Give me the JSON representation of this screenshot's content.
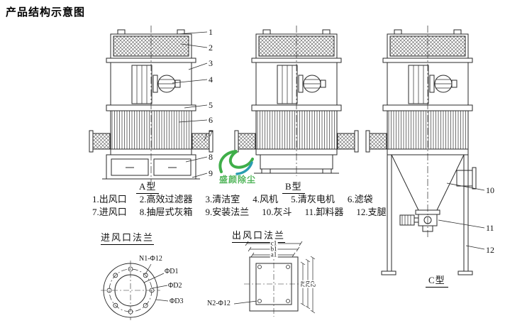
{
  "title": "产品结构示意图",
  "machines": {
    "a_label": "A型",
    "b_label": "B型",
    "c_label": "C型"
  },
  "callouts": [
    "1",
    "2",
    "3",
    "4",
    "5",
    "6",
    "7",
    "8",
    "9",
    "10",
    "11",
    "12"
  ],
  "legend": {
    "row1": [
      "1.出风口",
      "2.高效过滤器",
      "3.清洁室",
      "4.风机",
      "5.清灰电机",
      "6.滤袋"
    ],
    "row2": [
      "7.进风口",
      "8.抽屉式灰箱",
      "9.安装法兰",
      "10.灰斗",
      "11.卸料器",
      "12.支腿"
    ]
  },
  "inlet_flange": {
    "label": "进风口法兰",
    "bolt_note": "N1-Φ12",
    "d1": "ΦD1",
    "d2": "ΦD2",
    "d3": "ΦD3"
  },
  "outlet_flange": {
    "label": "出风口法兰",
    "bolt_note": "N2-Φ12",
    "a1": "a1",
    "b1": "b1",
    "c1": "c1",
    "a2": "a2",
    "b2": "b2",
    "c2": "c2"
  },
  "watermark": {
    "text": "盛颜除尘"
  },
  "colors": {
    "line": "#2a2a2a",
    "watermark_green": "#3fae49",
    "watermark_teal": "#2a9db0"
  }
}
